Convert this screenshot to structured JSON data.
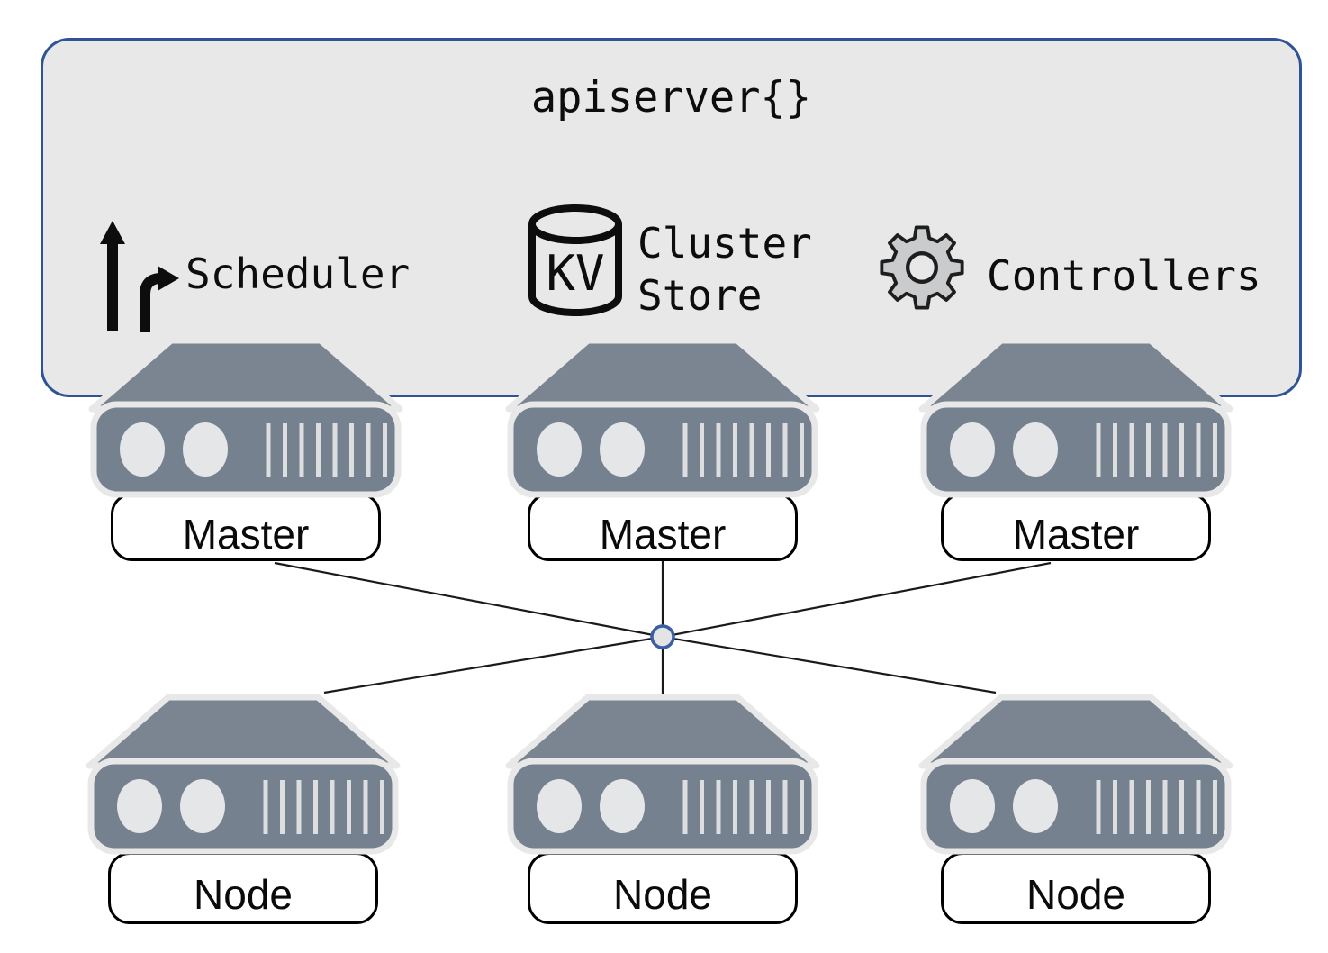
{
  "diagram": {
    "apiserver_box": {
      "title": "apiserver{}",
      "components": [
        {
          "icon": "fork-arrow-icon",
          "label": "Scheduler"
        },
        {
          "icon": "kv-database-icon",
          "icon_text": "KV",
          "label_line1": "Cluster",
          "label_line2": "Store"
        },
        {
          "icon": "gear-icon",
          "label": "Controllers"
        }
      ]
    },
    "masters": [
      {
        "label": "Master"
      },
      {
        "label": "Master"
      },
      {
        "label": "Master"
      }
    ],
    "nodes": [
      {
        "label": "Node"
      },
      {
        "label": "Node"
      },
      {
        "label": "Node"
      }
    ],
    "colors": {
      "apiserver_box_fill": "#e8e8e8",
      "apiserver_box_border": "#2e5496",
      "server_body": "#76818f",
      "server_top": "#7b8592",
      "server_outline": "#e8e8e8",
      "server_detail": "#e4e6e8",
      "hub_stroke": "#3a5fa3",
      "hub_fill": "#e4e4e6",
      "connection_line": "#1a1a1a",
      "icon_ink": "#0d0d0d",
      "gear_fill": "#c9cbcd"
    }
  }
}
